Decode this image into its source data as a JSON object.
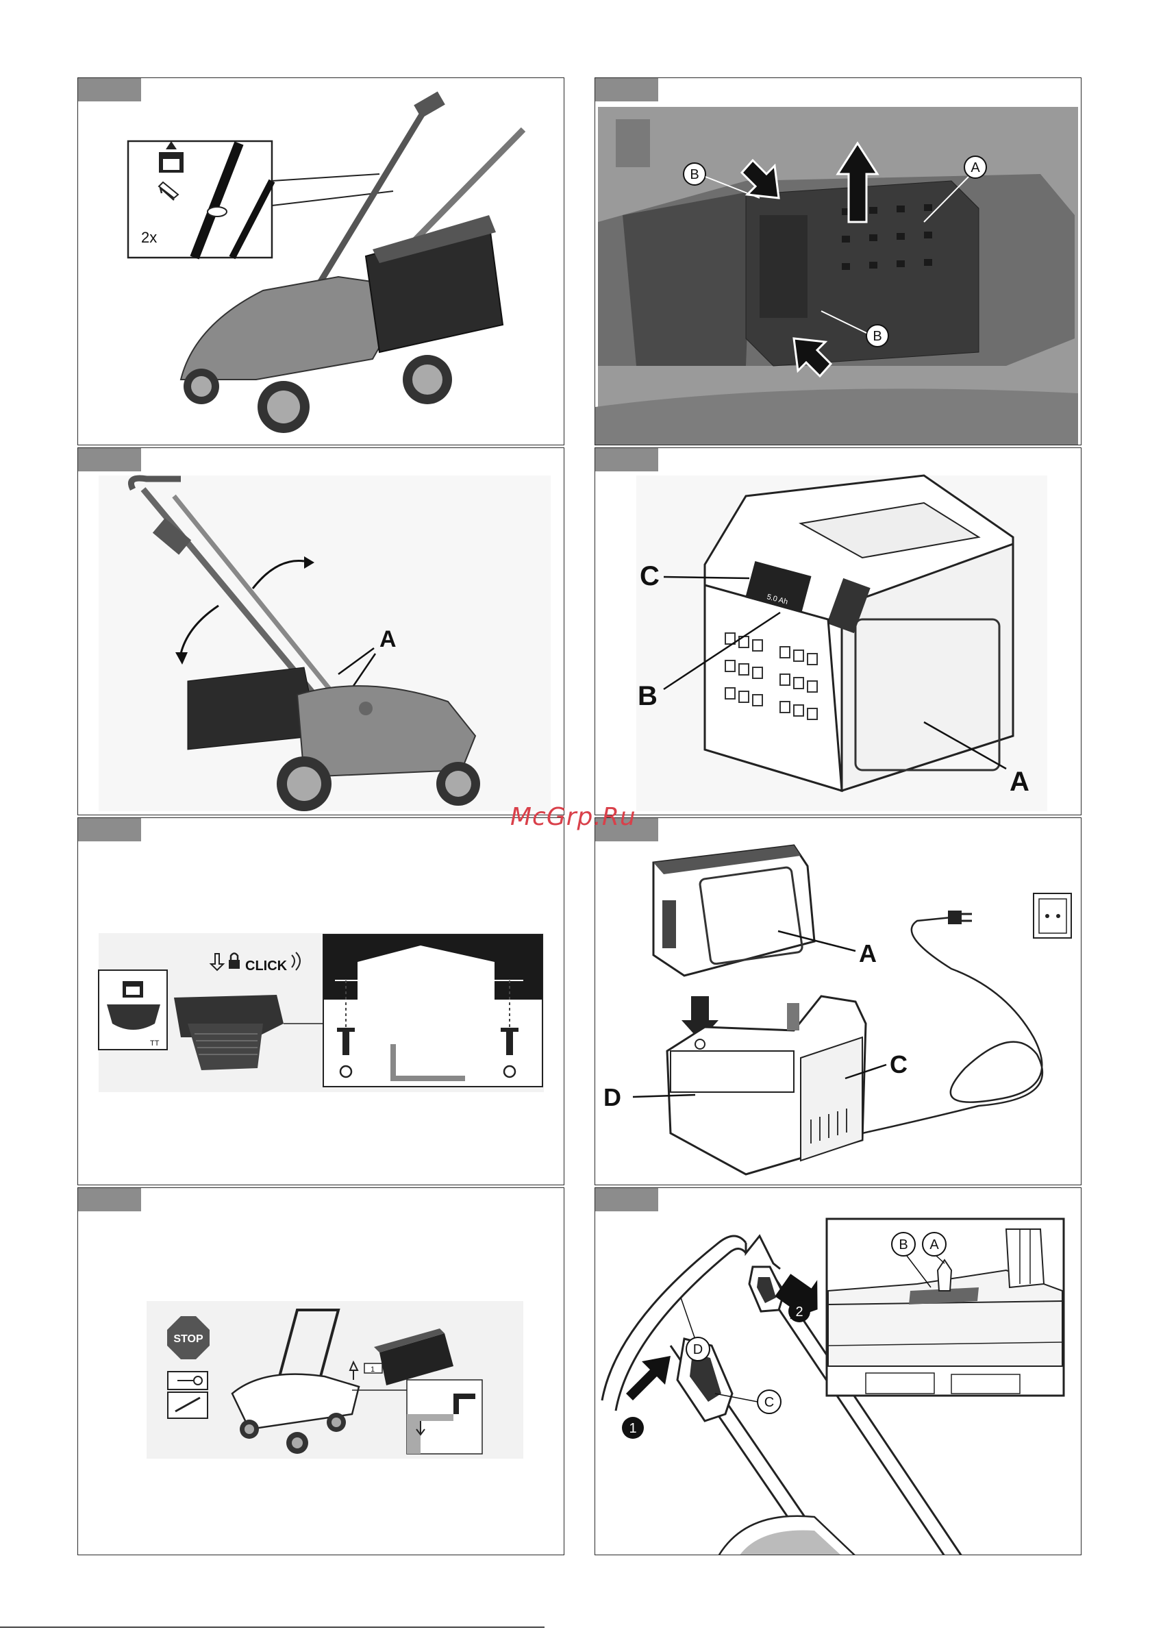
{
  "watermark": "McGrp.Ru",
  "figures": {
    "fig1": {
      "label_2x": "2x"
    },
    "fig2": {
      "callout_b_top": "B",
      "callout_a": "A",
      "callout_b_bottom": "B"
    },
    "fig3": {
      "label_a": "A"
    },
    "fig4": {
      "label_c": "C",
      "label_b": "B",
      "label_a": "A",
      "battery_text": "5.0 Ah"
    },
    "fig5": {
      "click_text": "CLICK",
      "tt_text": "TT"
    },
    "fig6": {
      "label_a": "A",
      "label_c": "C",
      "label_d": "D"
    },
    "fig7": {
      "stop_text": "STOP",
      "step_text": "1"
    },
    "fig8": {
      "callout_b": "B",
      "callout_a": "A",
      "callout_d": "D",
      "callout_c": "C",
      "step_1": "1",
      "step_2": "2"
    }
  },
  "colors": {
    "tab": "#8c8c8c",
    "watermark": "#d9404a",
    "photo_bg": "#9a9a9a"
  }
}
